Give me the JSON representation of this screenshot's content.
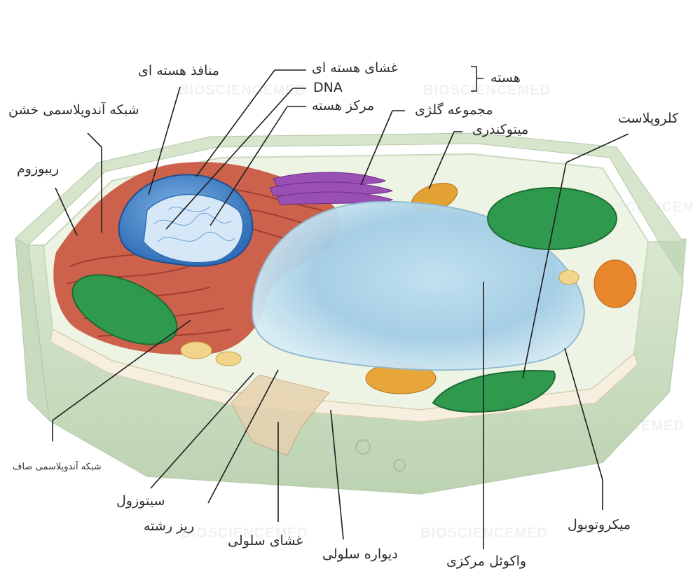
{
  "watermark": "BIOSCIENCEMED",
  "labels": {
    "nuclear_pores": "منافذ هسته ای",
    "nuclear_envelope": "غشای هسته ای",
    "dna": "DNA",
    "nucleolus": "مرکز هسته",
    "nucleus": "هسته",
    "rough_er": "شبکه آندوپلاسمی خشن",
    "golgi": "مجموعه گلژی",
    "mitochondria": "میتوکندری",
    "chloroplast": "کلروپلاست",
    "ribosome": "ریبوزوم",
    "smooth_er": "شبکه آندوپلاسمی صاف",
    "cytosol": "سیتوزول",
    "microfilament": "ریز رشته",
    "cell_membrane": "غشای سلولی",
    "cell_wall": "دیواره سلولی",
    "central_vacuole": "واکوئل مرکزی",
    "microtubule": "میکروتوبول"
  },
  "colors": {
    "cell_wall": "#cfe0c4",
    "cytoplasm": "#e6efd9",
    "nucleus": "#4f8fd0",
    "rough_er": "#c9553f",
    "golgi": "#9a4fb4",
    "vacuole": "#a9cfe6",
    "chloroplast": "#2f9a4e",
    "mitochondria": "#e5a234",
    "leader_line": "#1e1e1e"
  }
}
